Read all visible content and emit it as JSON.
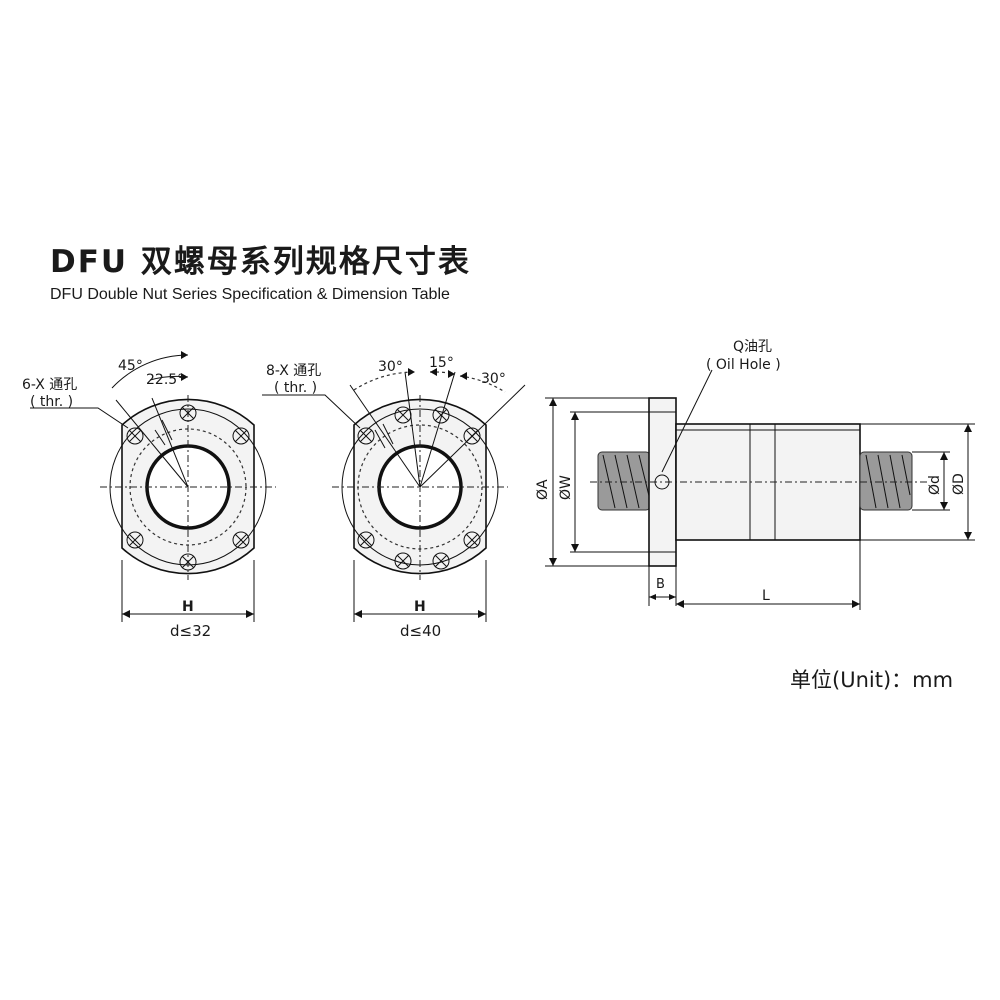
{
  "title_cn": "DFU 双螺母系列规格尺寸表",
  "title_en": "DFU Double Nut Series Specification & Dimension Table",
  "unit": "单位(Unit)：mm",
  "left_view": {
    "hole_label": "6-X 通孔",
    "hole_label_en": "( thr. )",
    "angle_a": "45°",
    "angle_b": "22.5°",
    "width_label": "H",
    "range_label": "d≤32"
  },
  "middle_view": {
    "hole_label": "8-X 通孔",
    "hole_label_en": "( thr. )",
    "angle_a": "30°",
    "angle_b": "15°",
    "angle_c": "30°",
    "width_label": "H",
    "range_label": "d≤40"
  },
  "side_view": {
    "oil_hole_cn": "Q油孔",
    "oil_hole_en": "( Oil Hole )",
    "dim_A": "ØA",
    "dim_W": "ØW",
    "dim_d": "Ød",
    "dim_D": "ØD",
    "dim_B": "B",
    "dim_L": "L"
  }
}
